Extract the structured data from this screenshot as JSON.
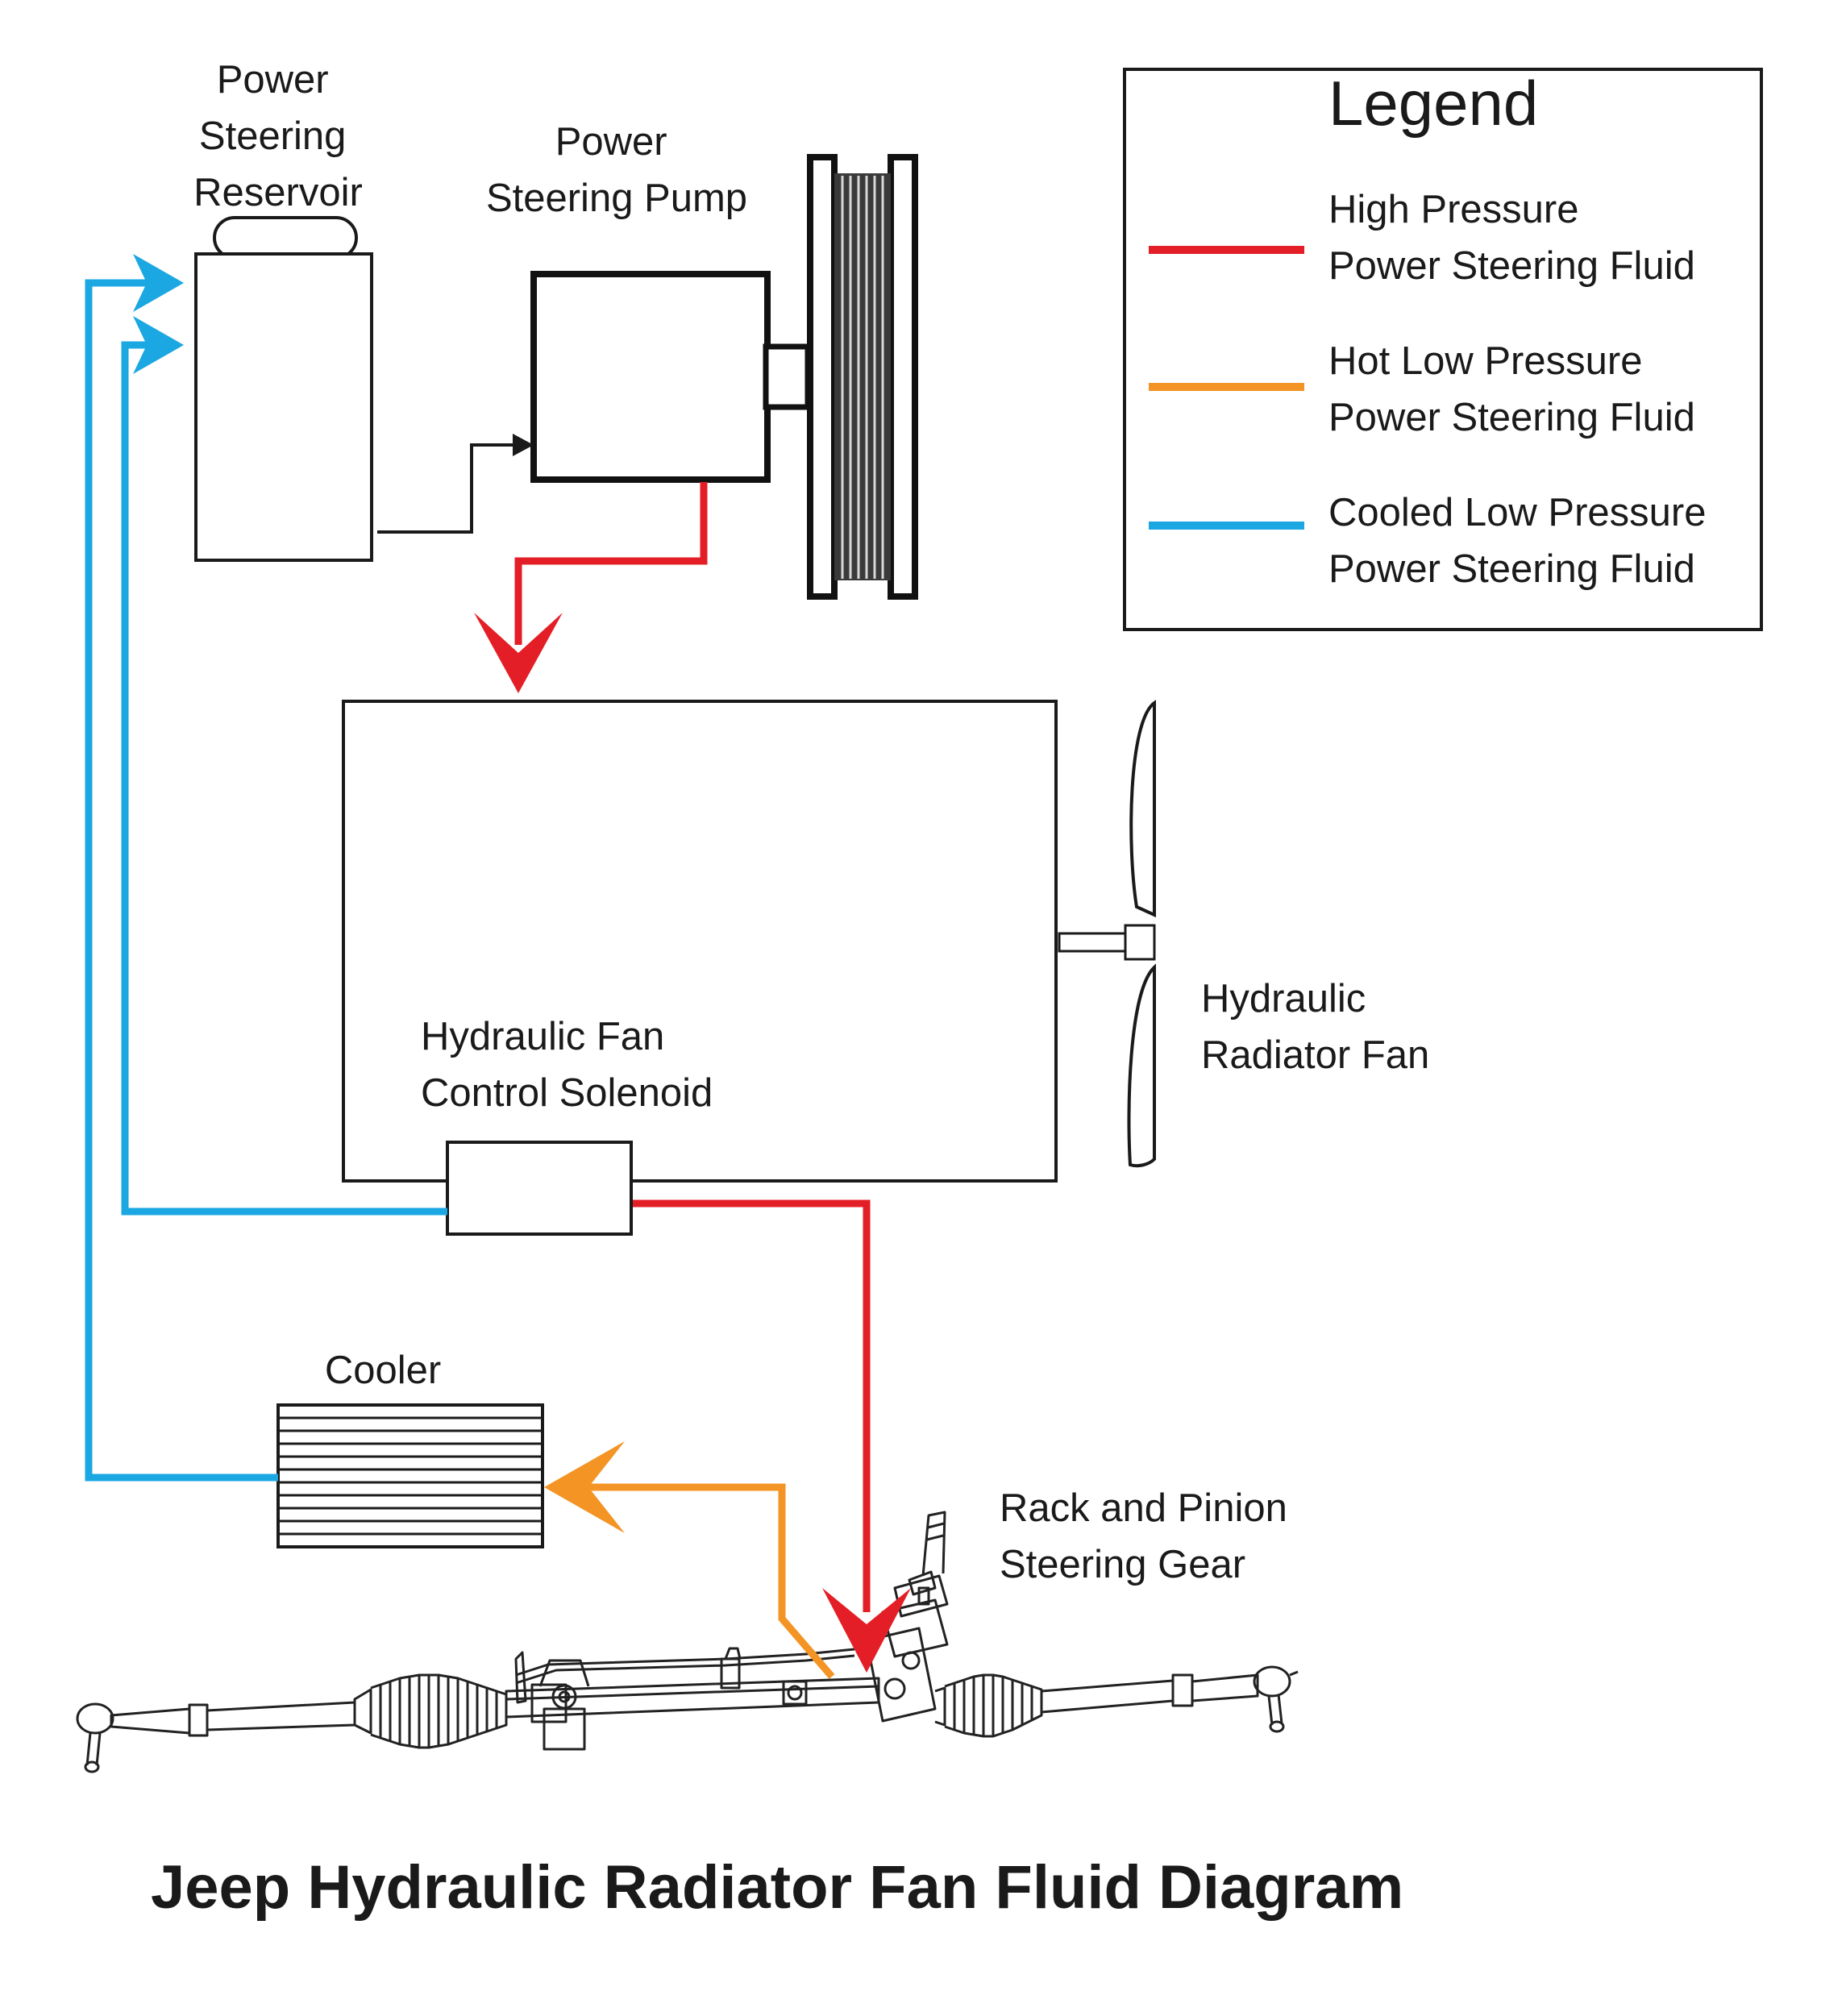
{
  "colors": {
    "high_pressure": "#e41e26",
    "hot_low_pressure": "#f39425",
    "cooled_low_pressure": "#1ba7e1",
    "line": "#1a1a1a"
  },
  "components": {
    "reservoir": {
      "label_lines": [
        "Power",
        "Steering",
        "Reservoir"
      ]
    },
    "pump": {
      "label_lines": [
        "Power",
        "Steering Pump"
      ]
    },
    "solenoid": {
      "label_lines": [
        "Hydraulic Fan",
        "Control Solenoid"
      ]
    },
    "fan": {
      "label_lines": [
        "Hydraulic",
        "Radiator Fan"
      ]
    },
    "cooler": {
      "label": "Cooler"
    },
    "rack": {
      "label_lines": [
        "Rack and Pinion",
        "Steering Gear"
      ]
    }
  },
  "legend": {
    "title": "Legend",
    "items": [
      {
        "color_key": "high_pressure",
        "lines": [
          "High Pressure",
          "Power Steering Fluid"
        ]
      },
      {
        "color_key": "hot_low_pressure",
        "lines": [
          "Hot Low Pressure",
          "Power Steering Fluid"
        ]
      },
      {
        "color_key": "cooled_low_pressure",
        "lines": [
          "Cooled Low Pressure",
          "Power Steering Fluid"
        ]
      }
    ]
  },
  "title": "Jeep Hydraulic Radiator Fan Fluid Diagram"
}
